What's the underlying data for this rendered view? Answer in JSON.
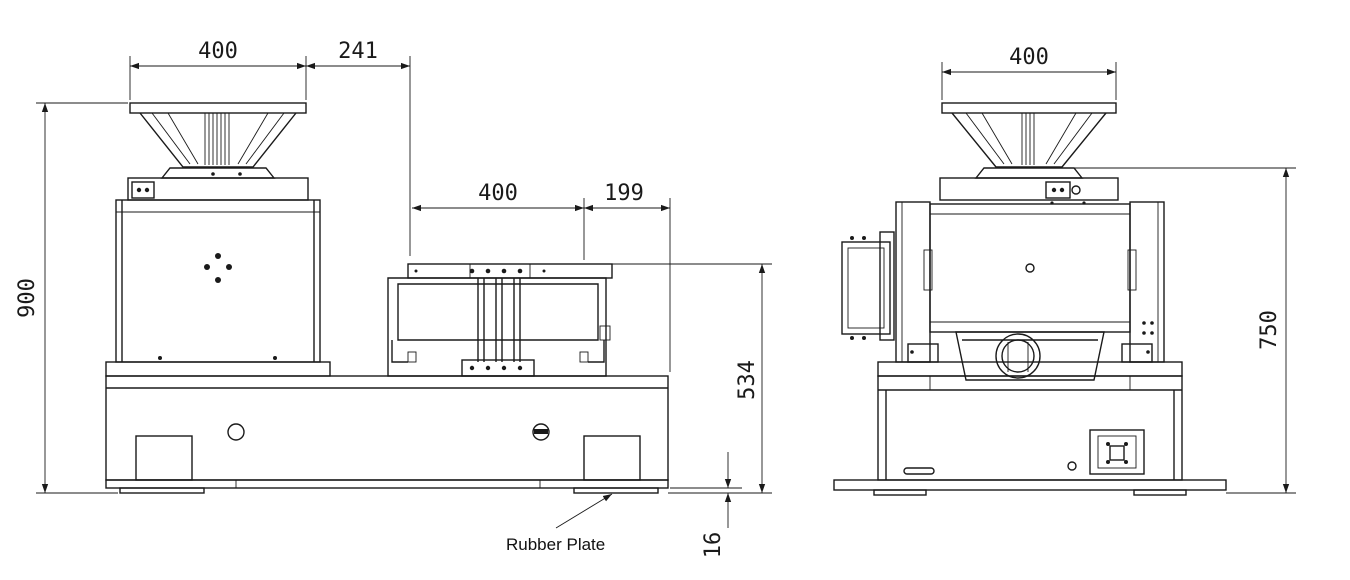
{
  "dimensions": {
    "front_top_width": "400",
    "front_offset": "241",
    "front_total_height": "900",
    "slip_table_width": "400",
    "slip_table_offset": "199",
    "slip_table_height": "534",
    "rubber_thickness": "16",
    "side_top_width": "400",
    "side_height": "750"
  },
  "labels": {
    "rubber_plate": "Rubber Plate"
  }
}
